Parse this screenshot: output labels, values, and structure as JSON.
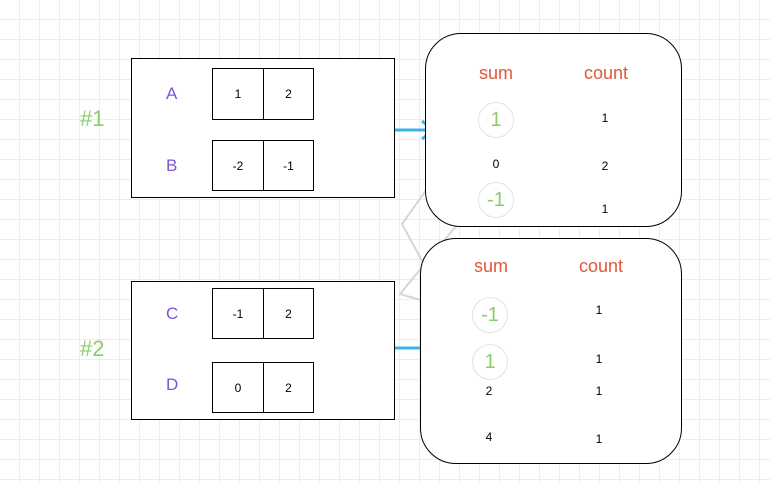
{
  "groups": [
    {
      "label": "#1",
      "rows": [
        {
          "name": "A",
          "cells": [
            "1",
            "2"
          ]
        },
        {
          "name": "B",
          "cells": [
            "-2",
            "-1"
          ]
        }
      ]
    },
    {
      "label": "#2",
      "rows": [
        {
          "name": "C",
          "cells": [
            "-1",
            "2"
          ]
        },
        {
          "name": "D",
          "cells": [
            "0",
            "2"
          ]
        }
      ]
    }
  ],
  "tables": [
    {
      "header_sum": "sum",
      "header_count": "count",
      "rows": [
        {
          "sum": "1",
          "count": "1",
          "highlight": true
        },
        {
          "sum": "0",
          "count": "2",
          "highlight": false
        },
        {
          "sum": "-1",
          "count": "1",
          "highlight": true
        }
      ]
    },
    {
      "header_sum": "sum",
      "header_count": "count",
      "rows": [
        {
          "sum": "-1",
          "count": "1",
          "highlight": true
        },
        {
          "sum": "1",
          "count": "1",
          "highlight": true
        },
        {
          "sum": "2",
          "count": "1",
          "highlight": false
        },
        {
          "sum": "4",
          "count": "1",
          "highlight": false
        }
      ]
    }
  ],
  "colors": {
    "group_label": "#8ccb6e",
    "row_label": "#7d55d9",
    "header": "#e0573a",
    "arrow": "#3bb3e6",
    "connector": "#d6d6d6"
  }
}
